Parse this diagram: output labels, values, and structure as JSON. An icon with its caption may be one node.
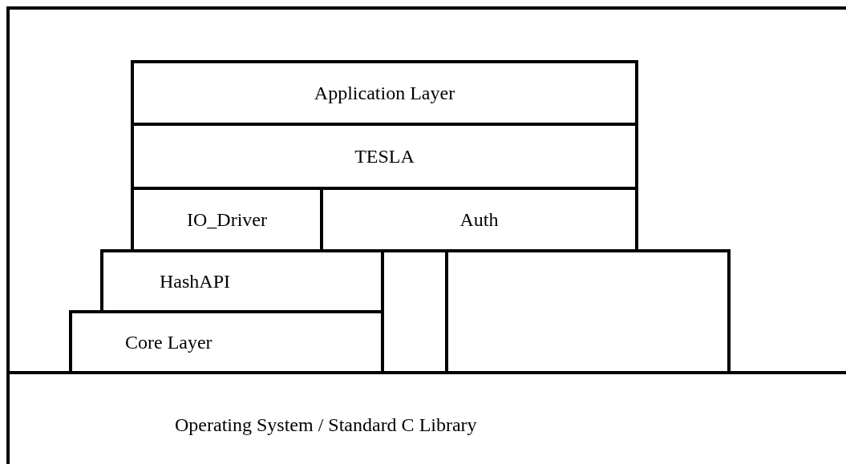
{
  "diagram": {
    "nodes": [
      {
        "text": [
          "Application Layer"
        ]
      },
      {
        "text": [
          "TESLA"
        ]
      },
      {
        "text": [
          "IO_Driver"
        ]
      },
      {
        "text": [
          "Auth"
        ]
      },
      {
        "text": [
          "HashAPI"
        ]
      },
      {
        "text": [],
        "shape": "box"
      },
      {
        "text": [],
        "shape": "box"
      },
      {
        "text": [
          "Core Layer"
        ]
      },
      {
        "text": [
          "Operating System / Standard C Library"
        ]
      }
    ],
    "edges": []
  }
}
